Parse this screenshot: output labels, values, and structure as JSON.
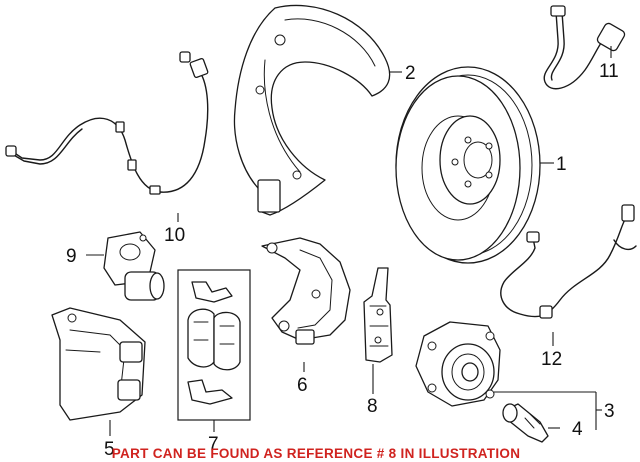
{
  "callouts": {
    "c1": "1",
    "c2": "2",
    "c3": "3",
    "c4": "4",
    "c5": "5",
    "c6": "6",
    "c7": "7",
    "c8": "8",
    "c9": "9",
    "c10": "10",
    "c11": "11",
    "c12": "12"
  },
  "notice": "PART CAN BE FOUND AS REFERENCE # 8 IN ILLUSTRATION",
  "colors": {
    "notice": "#d0231f",
    "lines": "#1a1a1a",
    "background": "#ffffff"
  }
}
